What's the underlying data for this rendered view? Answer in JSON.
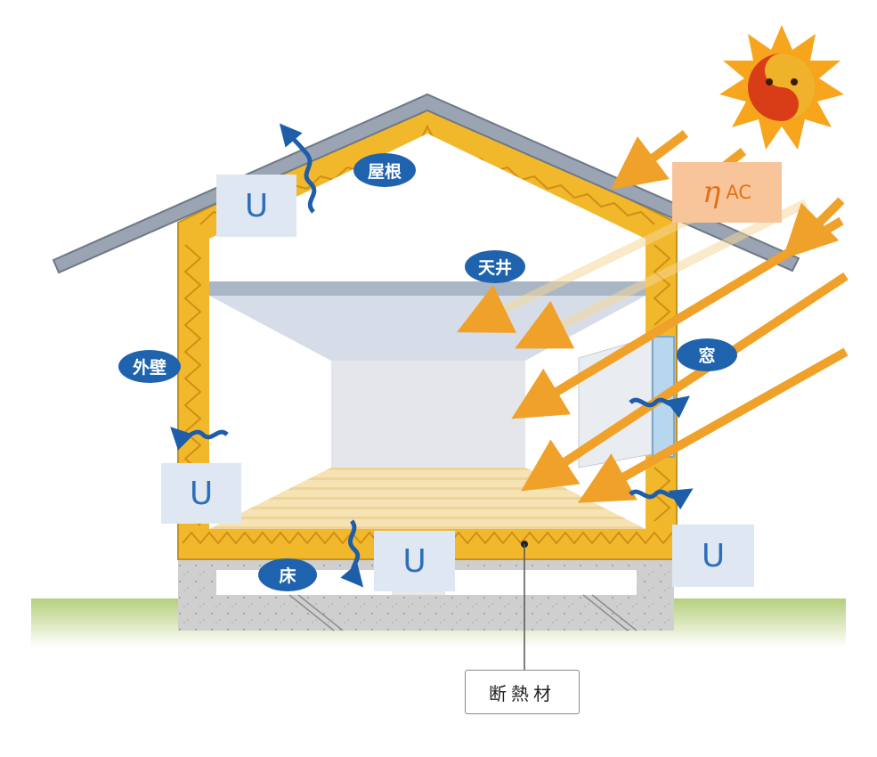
{
  "labels": {
    "roof": "屋根",
    "ceiling": "天井",
    "exterior_wall": "外壁",
    "window": "窓",
    "floor": "床",
    "insulation": "断熱材"
  },
  "u_value_symbol": "U",
  "solar_symbol": {
    "greek": "η",
    "subscript": "AC"
  },
  "colors": {
    "label_bubble": "#1f63ae",
    "u_box_bg": "#dfe8f2",
    "u_text": "#2f6fba",
    "eta_box_bg": "#f8c59a",
    "eta_text": "#e4701a",
    "insulation": "#f2b82b",
    "sun_rays": "#f0a12a",
    "heat_arrow": "#1e5ea8",
    "roof": "#9aa4b2",
    "ground": "#b9d384"
  },
  "icons": [
    "sun-icon",
    "heat-loss-arrow-icon",
    "sunlight-ray-icon"
  ]
}
